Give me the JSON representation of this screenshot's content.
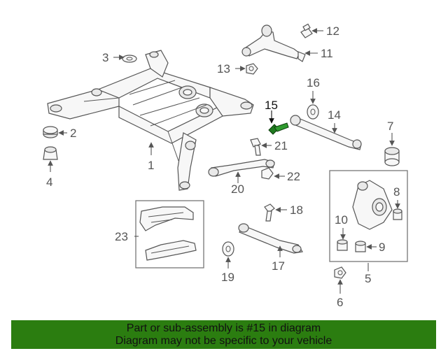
{
  "callouts": {
    "c1": "1",
    "c2": "2",
    "c3": "3",
    "c4": "4",
    "c5": "5",
    "c6": "6",
    "c7": "7",
    "c8": "8",
    "c9": "9",
    "c10": "10",
    "c11": "11",
    "c12": "12",
    "c13": "13",
    "c14": "14",
    "c15": "15",
    "c16": "16",
    "c17": "17",
    "c18": "18",
    "c19": "19",
    "c20": "20",
    "c21": "21",
    "c22": "22",
    "c23": "23"
  },
  "highlight": {
    "part": "15",
    "color": "#1f7a1f"
  },
  "banner": {
    "line1": "Part or sub-assembly is #15 in diagram",
    "line2": "Diagram may not be specific to your vehicle",
    "background": "#2b7d10"
  }
}
